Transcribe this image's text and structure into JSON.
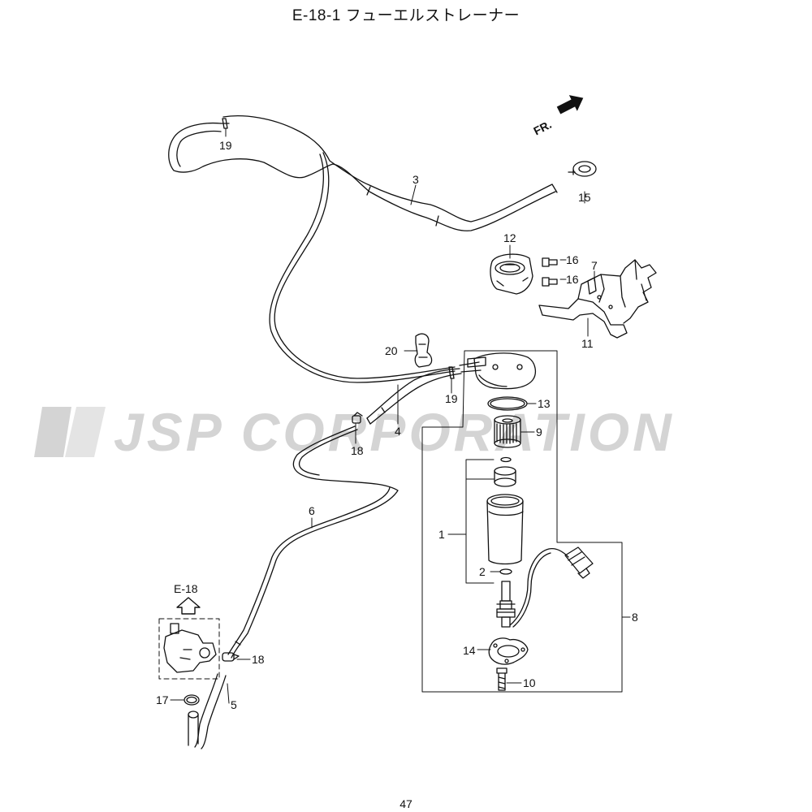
{
  "header": {
    "title": "E-18-1 フューエルストレーナー"
  },
  "footer": {
    "page_number": "47"
  },
  "watermark": {
    "text": "JSP CORPORATION",
    "color": "#d4d4d4"
  },
  "direction_indicator": {
    "label": "FR."
  },
  "reference": {
    "label": "E-18"
  },
  "parts": {
    "p1": "1",
    "p2": "2",
    "p3": "3",
    "p4": "4",
    "p5": "5",
    "p6": "6",
    "p7": "7",
    "p8": "8",
    "p9": "9",
    "p10": "10",
    "p11": "11",
    "p12": "12",
    "p13": "13",
    "p14": "14",
    "p15": "15",
    "p16a": "16",
    "p16b": "16",
    "p17": "17",
    "p18a": "18",
    "p18b": "18",
    "p19a": "19",
    "p19b": "19",
    "p20": "20"
  }
}
